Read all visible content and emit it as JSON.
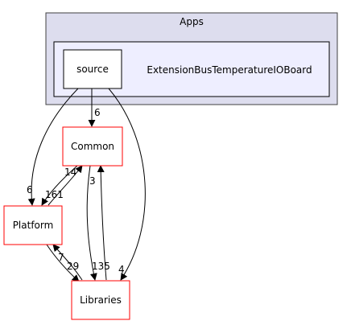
{
  "diagram": {
    "outer_cluster": {
      "label": "Apps",
      "fill": "#ddddee",
      "stroke": "#404040"
    },
    "inner_cluster": {
      "label": "ExtensionBusTemperatureIOBoard",
      "fill": "#eeeeff",
      "stroke": "#000000"
    },
    "nodes": {
      "source": {
        "label": "source",
        "fill": "#ffffff",
        "stroke": "#000000"
      },
      "common": {
        "label": "Common",
        "fill": "#ffffff",
        "stroke": "#ff0000"
      },
      "platform": {
        "label": "Platform",
        "fill": "#ffffff",
        "stroke": "#ff0000"
      },
      "libraries": {
        "label": "Libraries",
        "fill": "#ffffff",
        "stroke": "#ff0000"
      }
    },
    "edges": {
      "source_common": "6",
      "source_platform": "6",
      "source_libraries": "4",
      "common_platform": "14",
      "platform_common": "161",
      "common_libraries": "135",
      "libraries_common": "3",
      "platform_libraries": "7",
      "libraries_platform": "29"
    },
    "edge_color": "#000000"
  }
}
